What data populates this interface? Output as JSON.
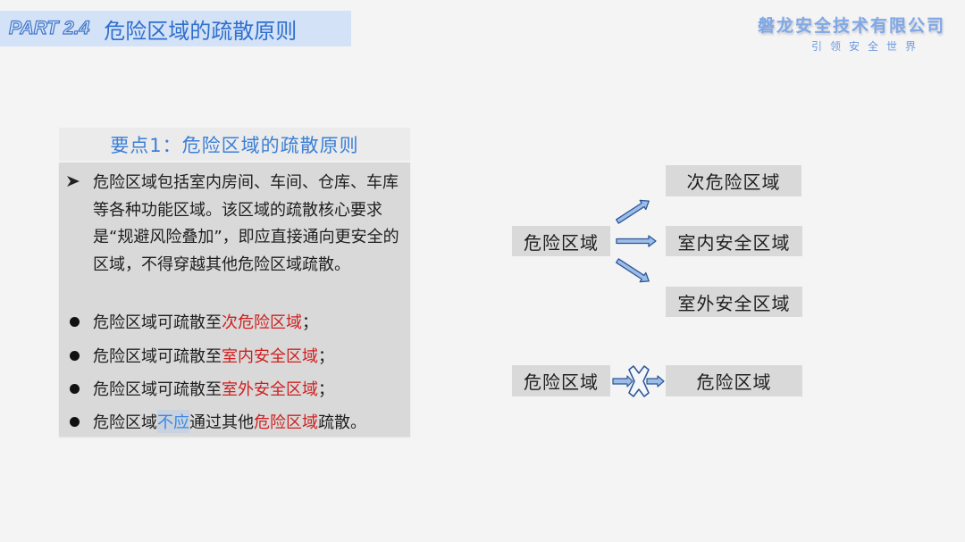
{
  "header": {
    "part_label": "PART 2.4",
    "title": "危险区域的疏散原则"
  },
  "company": {
    "name": "磐龙安全技术有限公司",
    "slogan": "引领安全世界"
  },
  "card": {
    "heading": "要点1：危险区域的疏散原则",
    "paragraph": "危险区域包括室内房间、车间、仓库、车库等各种功能区域。该区域的疏散核心要求是“规避风险叠加”，即应直接通向更安全的区域，不得穿越其他危险区域疏散。",
    "bullets": [
      {
        "prefix": "危险区域可疏散至",
        "highlight": "次危险区域",
        "suffix": "；"
      },
      {
        "prefix": "危险区域可疏散至",
        "highlight": "室内安全区域",
        "suffix": "；"
      },
      {
        "prefix": "危险区域可疏散至",
        "highlight": "室外安全区域",
        "suffix": "；"
      },
      {
        "prefix": "危险区域",
        "blue": "不应",
        "middle": "通过其他",
        "highlight": "危险区域",
        "suffix": "疏散。"
      }
    ]
  },
  "diagram": {
    "source": "危险区域",
    "targets": [
      "次危险区域",
      "室内安全区域",
      "室外安全区域"
    ],
    "forbidden_source": "危险区域",
    "forbidden_target": "危险区域"
  },
  "colors": {
    "accent_blue": "#2f6fce",
    "highlight_red": "#d01f1f",
    "box_gray": "#d9d9d9",
    "arrow_fill": "#9dbde8",
    "arrow_stroke": "#2b5797"
  }
}
